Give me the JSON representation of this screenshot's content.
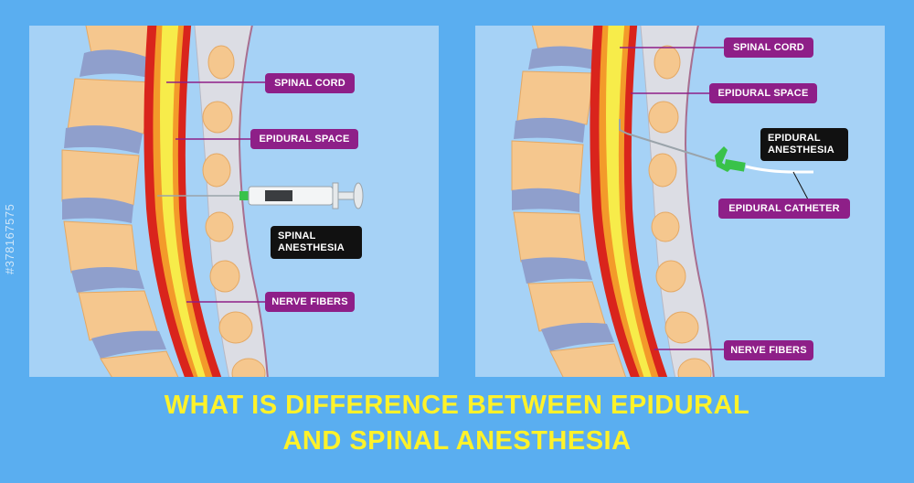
{
  "left_panel": {
    "labels": {
      "spinal_cord": "SPINAL CORD",
      "epidural_space": "EPIDURAL SPACE",
      "spinal_anesthesia_1": "SPINAL",
      "spinal_anesthesia_2": "ANESTHESIA",
      "nerve_fibers": "NERVE FIBERS"
    }
  },
  "right_panel": {
    "labels": {
      "spinal_cord": "SPINAL CORD",
      "epidural_space": "EPIDURAL SPACE",
      "epidural_anesthesia_1": "EPIDURAL",
      "epidural_anesthesia_2": "ANESTHESIA",
      "epidural_catheter": "EPIDURAL CATHETER",
      "nerve_fibers": "NERVE FIBERS"
    }
  },
  "title": {
    "line1": "WHAT IS DIFFERENCE BETWEEN EPIDURAL",
    "line2": "AND SPINAL ANESTHESIA"
  },
  "watermark": "#378167575",
  "colors": {
    "background": "#5aaef0",
    "panel": "#a6d2f6",
    "label_purple": "#8e1f88",
    "label_black": "#111111",
    "title_yellow": "#fff22a",
    "spinal_cord": "#f7ec4a",
    "dura": "#d9241c",
    "vertebra": "#f5c78e",
    "disc": "#8f9fcc"
  }
}
